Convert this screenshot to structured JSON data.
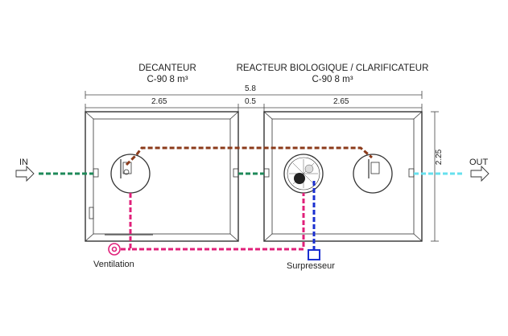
{
  "titles": {
    "decanteur": {
      "name": "DECANTEUR",
      "model": "C-90 8 m³"
    },
    "reacteur": {
      "name": "REACTEUR BIOLOGIQUE / CLARIFICATEUR",
      "model": "C-90 8 m³"
    }
  },
  "dimensions": {
    "total_length": "5.8",
    "tank1_length": "2.65",
    "gap": "0.5",
    "tank2_length": "2.65",
    "width": "2.25"
  },
  "flow": {
    "in_label": "IN",
    "out_label": "OUT"
  },
  "equipment": {
    "ventilation": "Ventilation",
    "surpresseur": "Surpresseur"
  },
  "colors": {
    "inlet_pipe": "#1f8a5a",
    "outlet_pipe": "#66e0ee",
    "transfer_pipe": "#8b3a1a",
    "ventilation_pipe": "#e0207a",
    "air_pipe": "#1a2fd0",
    "tank_outline": "#333333"
  }
}
